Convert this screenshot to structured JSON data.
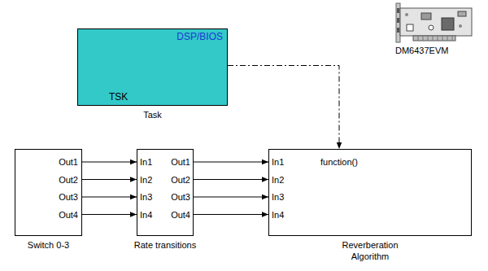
{
  "diagram": {
    "nodes": [
      {
        "text": [
          "DSP/BIOS",
          "TSK",
          "Task"
        ]
      },
      {
        "text": [
          "Out1",
          "Out2",
          "Out3",
          "Out4",
          "Switch 0-3"
        ]
      },
      {
        "text": [
          "In1",
          "Out1",
          "In2",
          "Out2",
          "In3",
          "Out3",
          "In4",
          "Out4",
          "Rate transitions"
        ]
      },
      {
        "text": [
          "function()",
          "In1",
          "In2",
          "In3",
          "In4",
          "Reverberation Algorithm"
        ]
      }
    ],
    "edges": [
      {
        "from": 0,
        "to": 3,
        "arrow": "to"
      },
      {
        "from": 1,
        "to": 2,
        "arrow": "to"
      },
      {
        "from": 1,
        "to": 2,
        "arrow": "to"
      },
      {
        "from": 1,
        "to": 2,
        "arrow": "to"
      },
      {
        "from": 1,
        "to": 2,
        "arrow": "to"
      },
      {
        "from": 2,
        "to": 3,
        "arrow": "to"
      },
      {
        "from": 2,
        "to": 3,
        "arrow": "to"
      },
      {
        "from": 2,
        "to": 3,
        "arrow": "to"
      },
      {
        "from": 2,
        "to": 3,
        "arrow": "to"
      }
    ],
    "labels": [
      "DM6437EVM"
    ]
  }
}
